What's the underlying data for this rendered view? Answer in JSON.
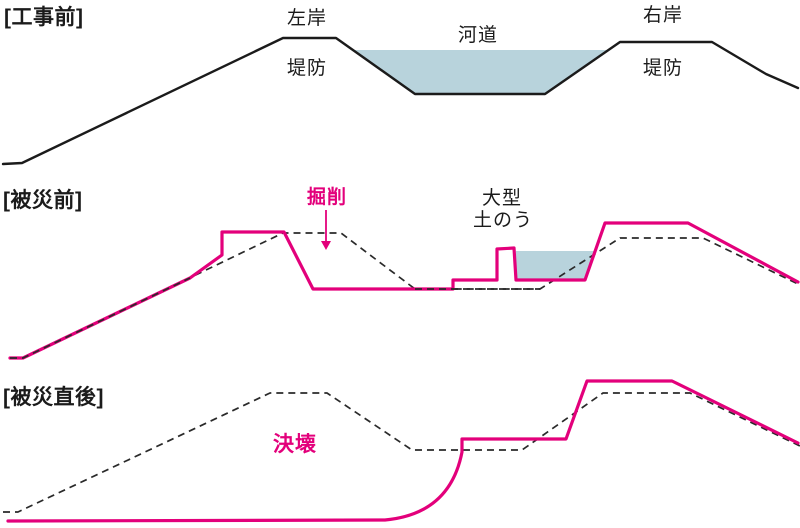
{
  "colors": {
    "background": "#ffffff",
    "ground_line": "#1b1b1b",
    "original_profile_dashed": "#2a2a2a",
    "accent_pink": "#e3007b",
    "water_fill": "#b8d3dc"
  },
  "panel_before_construction": {
    "title": "[工事前]",
    "left_bank": "左岸",
    "left_levee": "堤防",
    "channel": "河道",
    "right_bank": "右岸",
    "right_levee": "堤防"
  },
  "panel_before_disaster": {
    "title": "[被災前]",
    "excavation": "掘削",
    "sandbag_line1": "大型",
    "sandbag_line2": "土のう"
  },
  "panel_after_disaster": {
    "title": "[被災直後]",
    "breach": "決壊"
  }
}
